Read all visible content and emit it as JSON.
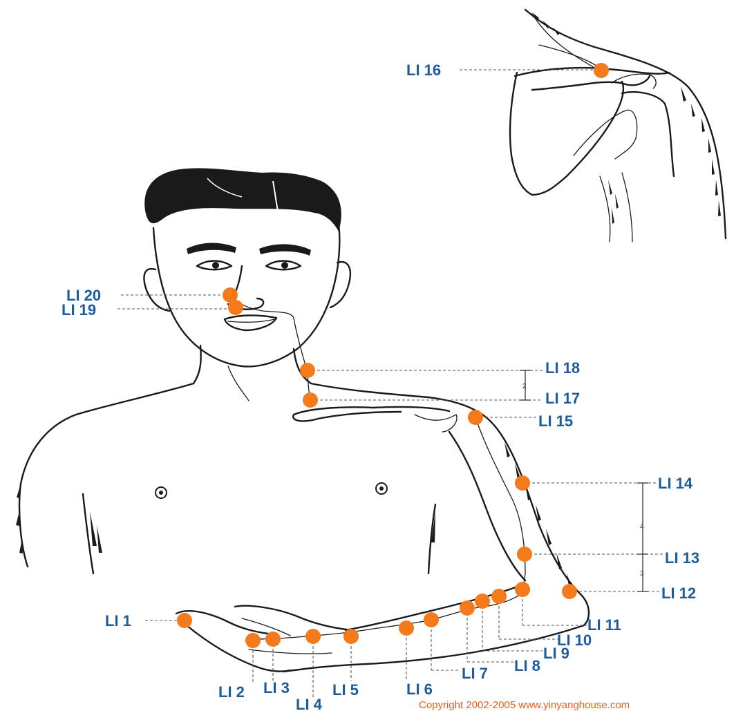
{
  "figure": {
    "copyright": "Copyright 2002-2005 www.yinyanghouse.com"
  },
  "colors": {
    "point": "#f47a1c",
    "label": "#1c5c9c",
    "copyright": "#f05a1a",
    "ink": "#1a1a1a"
  },
  "points": [
    {
      "id": "li1",
      "label": "LI 1"
    },
    {
      "id": "li2",
      "label": "LI 2"
    },
    {
      "id": "li3",
      "label": "LI 3"
    },
    {
      "id": "li4",
      "label": "LI 4"
    },
    {
      "id": "li5",
      "label": "LI 5"
    },
    {
      "id": "li6",
      "label": "LI 6"
    },
    {
      "id": "li7",
      "label": "LI 7"
    },
    {
      "id": "li8",
      "label": "LI 8"
    },
    {
      "id": "li9",
      "label": "LI 9"
    },
    {
      "id": "li10",
      "label": "LI 10"
    },
    {
      "id": "li11",
      "label": "LI 11"
    },
    {
      "id": "li12",
      "label": "LI 12"
    },
    {
      "id": "li13",
      "label": "LI 13"
    },
    {
      "id": "li14",
      "label": "LI 14"
    },
    {
      "id": "li15",
      "label": "LI 15"
    },
    {
      "id": "li16",
      "label": "LI 16"
    },
    {
      "id": "li17",
      "label": "LI 17"
    },
    {
      "id": "li18",
      "label": "LI 18"
    },
    {
      "id": "li19",
      "label": "LI 19"
    },
    {
      "id": "li20",
      "label": "LI 20"
    }
  ],
  "measurements": [
    {
      "id": "neck",
      "value": "2"
    },
    {
      "id": "upper",
      "value": "4"
    },
    {
      "id": "lower",
      "value": "3"
    }
  ]
}
